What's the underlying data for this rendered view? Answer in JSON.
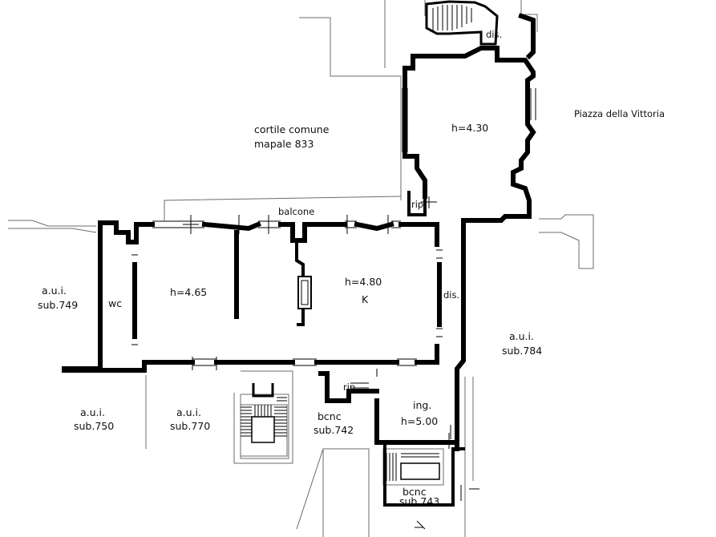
{
  "labels": {
    "dis_top": "dis.",
    "piazza": "Piazza della Vittoria",
    "h430": "h=4.30",
    "cortile_l1": "cortile comune",
    "cortile_l2": "mapale 833",
    "rip_top": "rip.",
    "balcone": "balcone",
    "aui749_l1": "a.u.i.",
    "aui749_l2": "sub.749",
    "wc": "wc",
    "h465": "h=4.65",
    "h480": "h=4.80",
    "k": "K",
    "dis_mid": "dis.",
    "aui784_l1": "a.u.i.",
    "aui784_l2": "sub.784",
    "rip_mid": "rip.",
    "ing": "ing.",
    "h500": "h=5.00",
    "aui750_l1": "a.u.i.",
    "aui750_l2": "sub.750",
    "aui770_l1": "a.u.i.",
    "aui770_l2": "sub.770",
    "bcnc742_l1": "bcnc",
    "bcnc742_l2": "sub.742",
    "bcnc743_l1": "bcnc",
    "bcnc743_l2": "sub.743"
  }
}
